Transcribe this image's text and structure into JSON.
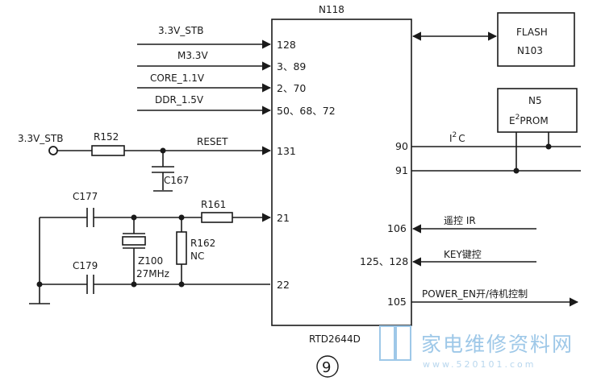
{
  "chip": {
    "ref": "N118",
    "part": "RTD2644D"
  },
  "flash": {
    "line1": "FLASH",
    "line2": "N103"
  },
  "eeprom": {
    "line1": "N5",
    "line2": "E",
    "sup": "2",
    "line3": "PROM"
  },
  "inputs": [
    {
      "label": "3.3V_STB",
      "pin": "128"
    },
    {
      "label": "M3.3V",
      "pin": "3、89"
    },
    {
      "label": "CORE_1.1V",
      "pin": "2、70"
    },
    {
      "label": "DDR_1.5V",
      "pin": "50、68、72"
    }
  ],
  "reset": {
    "source": "3.3V_STB",
    "resistor": "R152",
    "cap": "C167",
    "net": "RESET",
    "pin": "131"
  },
  "crystal": {
    "cap_top": "C177",
    "cap_bottom": "C179",
    "resistor": "R161",
    "xtal": "Z100",
    "freq": "27MHz",
    "r_par": "R162",
    "r_par_val": "NC",
    "pin_in": "21",
    "pin_out": "22"
  },
  "right": {
    "i2c": {
      "pins": [
        "90",
        "91"
      ],
      "label": "I",
      "sup": "2",
      "label2": "C"
    },
    "ir": {
      "pin": "106",
      "label": "遥控 IR"
    },
    "key": {
      "pin": "125、128",
      "label": "KEY键控"
    },
    "power": {
      "pin": "105",
      "label": "POWER_EN开/待机控制"
    }
  },
  "figure_number": "9",
  "watermark": {
    "text": "家电维修资料网",
    "url": "www.520101.com"
  }
}
